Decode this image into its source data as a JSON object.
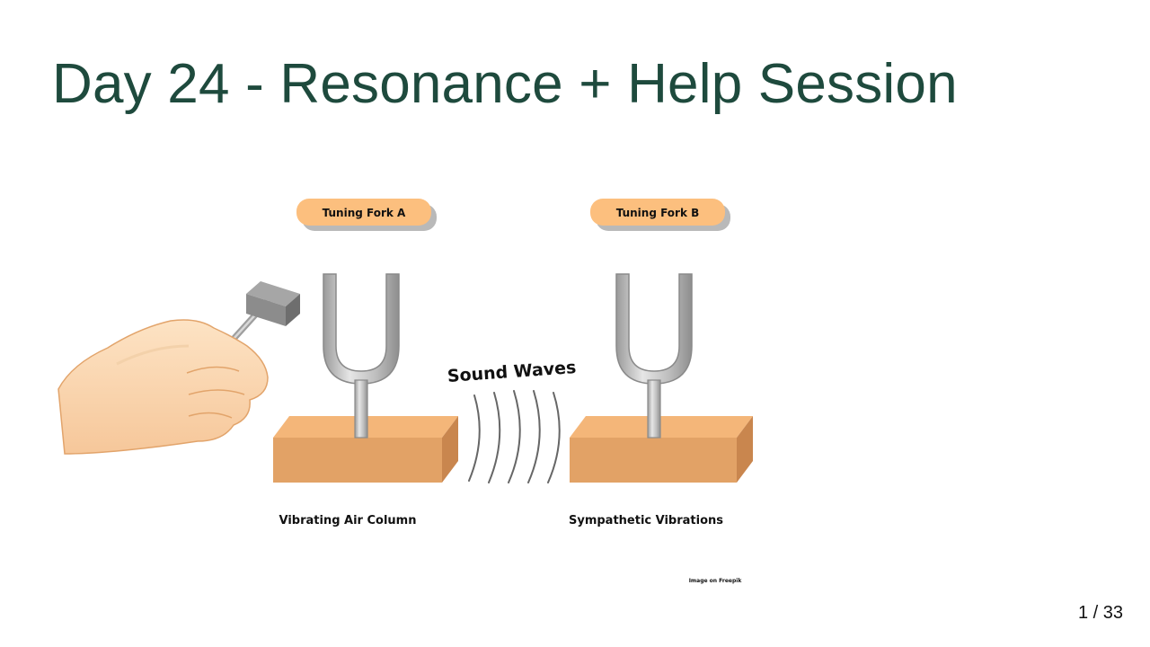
{
  "slide": {
    "title": "Day 24 - Resonance + Help Session",
    "page_number": "1 / 33"
  },
  "diagram": {
    "label_fork_a": "Tuning Fork A",
    "label_fork_b": "Tuning Fork B",
    "label_sound_waves": "Sound Waves",
    "caption_left": "Vibrating Air Column",
    "caption_right": "Sympathetic Vibrations",
    "credit": "Image on Freepik"
  },
  "colors": {
    "title": "#1e4a3d",
    "pill": "#fcbf7e",
    "wood_top": "#f4b679",
    "wood_front": "#e2a266",
    "metal": "#b8b8b8"
  }
}
